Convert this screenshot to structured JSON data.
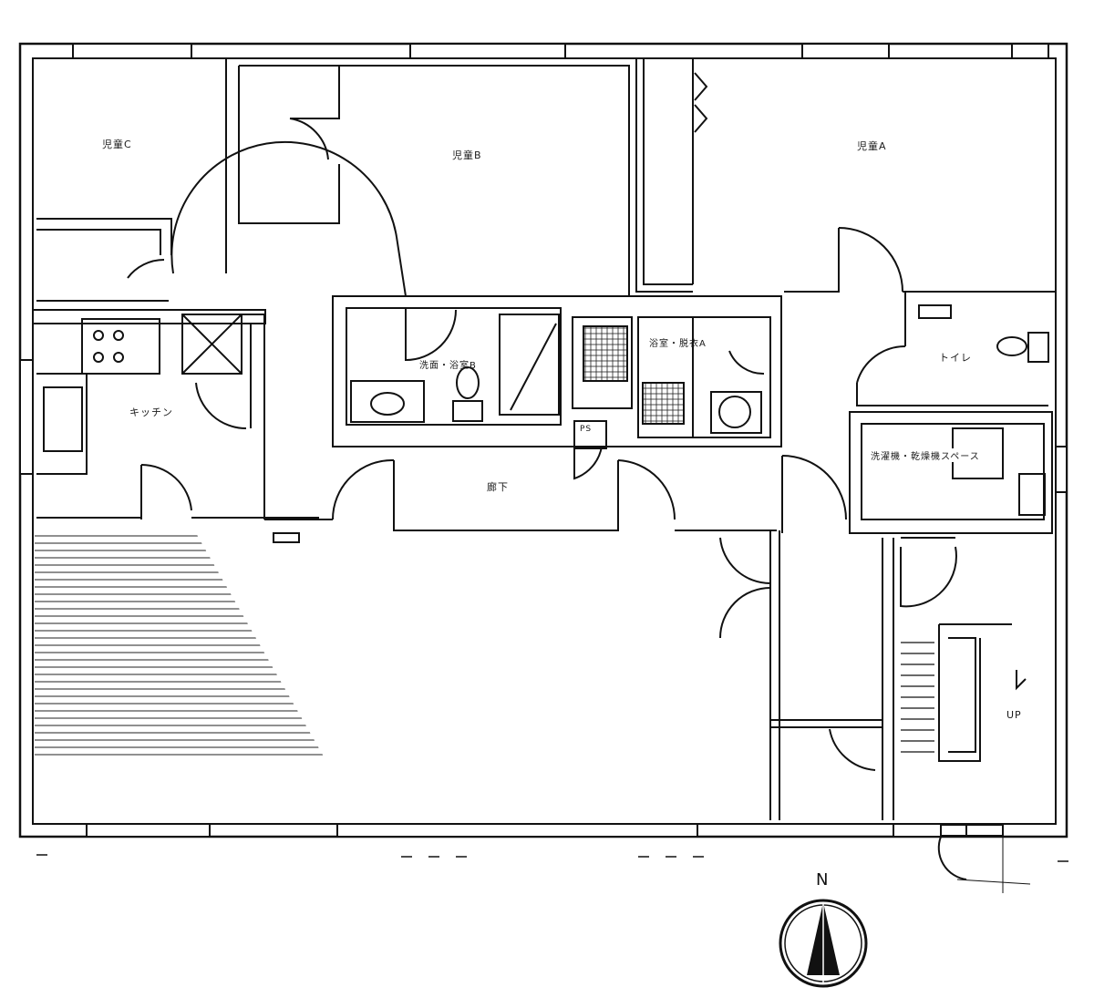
{
  "rooms": {
    "room_c": "児童C",
    "room_b": "児童B",
    "room_a": "児童A",
    "kitchen": "キッチン",
    "washroom": "洗面・浴室B",
    "bath": "浴室・脱衣A",
    "toilet": "トイレ",
    "laundry": "洗濯機・乾燥機スペース",
    "corridor": "廊下",
    "ps": "PS",
    "up": "UP"
  },
  "compass": {
    "north": "N"
  },
  "colors": {
    "line": "#111111",
    "paper": "#ffffff"
  }
}
